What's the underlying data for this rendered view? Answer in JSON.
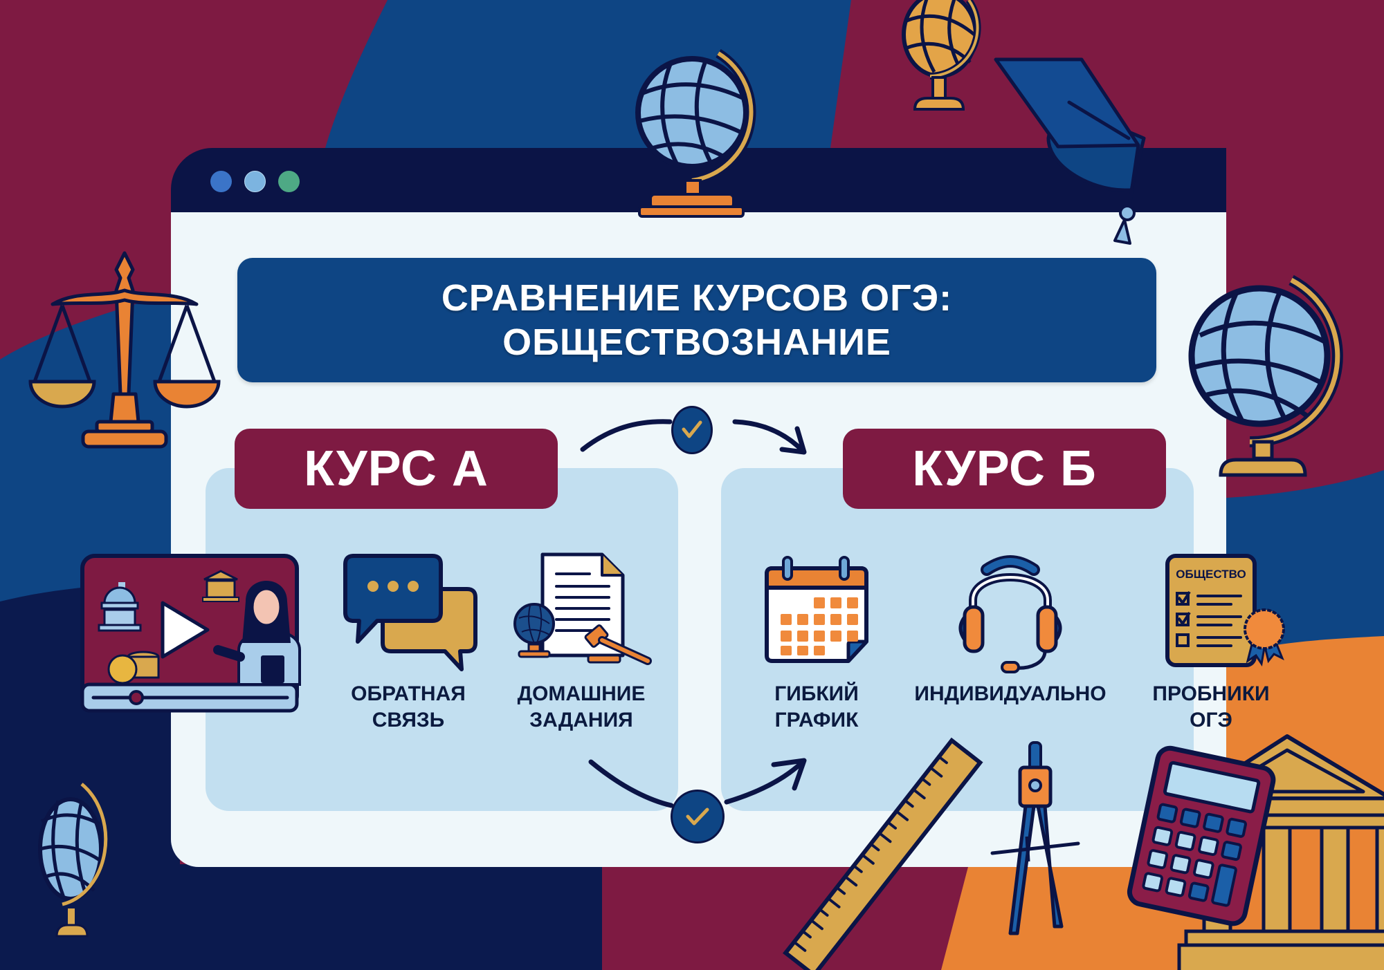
{
  "header": {
    "title_line_1": "СРАВНЕНИЕ КУРСОВ ОГЭ:",
    "title_line_2": "ОБЩЕСТВОЗНАНИЕ"
  },
  "window": {
    "controls": [
      "window-dot-blue",
      "window-dot-lightblue",
      "window-dot-green"
    ]
  },
  "courses": [
    {
      "label": "КУРС А",
      "features": [
        {
          "icon": "video-lesson-icon",
          "label_1": "",
          "label_2": ""
        },
        {
          "icon": "chat-bubbles-icon",
          "label_1": "ОБРАТНАЯ",
          "label_2": "СВЯЗЬ"
        },
        {
          "icon": "homework-document-icon",
          "label_1": "ДОМАШНИЕ",
          "label_2": "ЗАДАНИЯ"
        }
      ]
    },
    {
      "label": "КУРС Б",
      "features": [
        {
          "icon": "calendar-icon",
          "label_1": "ГИБКИЙ",
          "label_2": "ГРАФИК"
        },
        {
          "icon": "headset-icon",
          "label_1": "ИНДИВИДУАЛЬНО",
          "label_2": ""
        },
        {
          "icon": "exam-checklist-icon",
          "label_1": "ПРОБНИКИ",
          "label_2": "ОГЭ"
        }
      ]
    }
  ],
  "exam_card": {
    "heading": "ОБЩЕСТВО"
  },
  "colors": {
    "maroon": "#7e1a42",
    "navy": "#0e4584",
    "dark_navy": "#0b1446",
    "light_blue_panel": "#c2dff0",
    "window_body": "#eff7fa",
    "orange": "#e98334",
    "gold": "#d9a84e",
    "globe_blue": "#8dbde3"
  },
  "decorations": [
    "scales-of-justice-icon",
    "globe-icon",
    "graduation-cap-icon",
    "ruler-icon",
    "compass-icon",
    "calculator-icon",
    "courthouse-icon"
  ]
}
